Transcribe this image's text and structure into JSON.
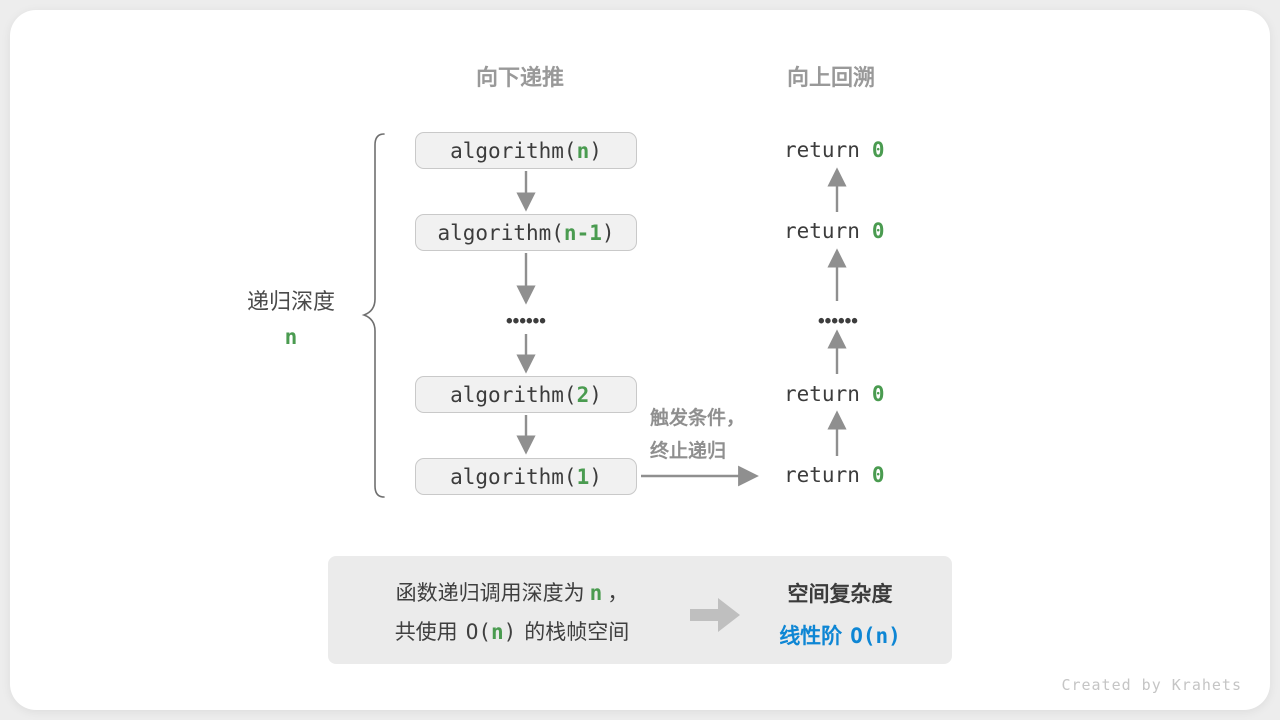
{
  "colors": {
    "green": "#4a9b50",
    "blue": "#0e86d4",
    "arrow_gray": "#8f8f8f",
    "box_bg": "#f1f1f1",
    "box_border": "#c9c9c9"
  },
  "headers": {
    "descend": "向下递推",
    "backtrack": "向上回溯"
  },
  "depth_label": {
    "text": "递归深度",
    "variable": "n"
  },
  "calls": [
    {
      "prefix": "algorithm(",
      "arg": "n",
      "suffix": ")"
    },
    {
      "prefix": "algorithm(",
      "arg": "n-1",
      "suffix": ")"
    },
    {
      "prefix": "algorithm(",
      "arg": "2",
      "suffix": ")"
    },
    {
      "prefix": "algorithm(",
      "arg": "1",
      "suffix": ")"
    }
  ],
  "ellipsis": "••••••",
  "returns": [
    {
      "keyword": "return",
      "value": "0"
    },
    {
      "keyword": "return",
      "value": "0"
    },
    {
      "keyword": "return",
      "value": "0"
    },
    {
      "keyword": "return",
      "value": "0"
    }
  ],
  "trigger": {
    "line1": "触发条件，",
    "line2": "终止递归"
  },
  "summary": {
    "l1_pre": "函数递归调用深度为",
    "l1_var": "n",
    "l1_post": "，",
    "l2_pre": "共使用",
    "l2_o": "O(",
    "l2_var": "n",
    "l2_close": ")",
    "l2_post": "的栈帧空间",
    "result_title": "空间复杂度",
    "result_prefix": "线性阶",
    "result_o": "O(",
    "result_var": "n",
    "result_close": ")"
  },
  "watermark": "Created by Krahets"
}
